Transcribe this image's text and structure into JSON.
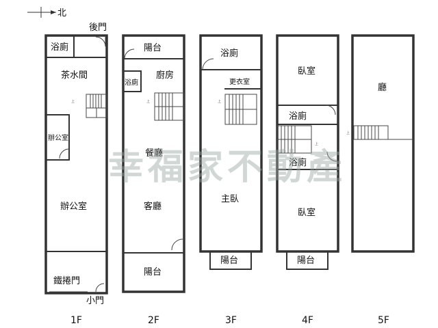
{
  "compass": {
    "label": "北"
  },
  "watermark": "幸福家不動產",
  "floors": {
    "f1": {
      "label": "1F",
      "rooms": {
        "bath": "浴廁",
        "back_door": "後門",
        "tea_room": "茶水間",
        "office_small": "辦公室",
        "office": "辦公室",
        "rolling_door": "鐵捲門",
        "small_door": "小門"
      }
    },
    "f2": {
      "label": "2F",
      "rooms": {
        "balcony_top": "陽台",
        "kitchen": "廚房",
        "bath": "浴廁",
        "dining": "餐廳",
        "living": "客廳",
        "balcony_bottom": "陽台"
      }
    },
    "f3": {
      "label": "3F",
      "rooms": {
        "bath": "浴廁",
        "closet": "更衣室",
        "master": "主臥",
        "balcony": "陽台"
      }
    },
    "f4": {
      "label": "4F",
      "rooms": {
        "bedroom_top": "臥室",
        "bath1": "浴廁",
        "bath2": "浴廁",
        "bedroom_bottom": "臥室",
        "balcony": "陽台"
      }
    },
    "f5": {
      "label": "5F",
      "rooms": {
        "hall": "廳"
      }
    }
  },
  "stair_marks": {
    "up": "上"
  },
  "colors": {
    "wall": "#333333",
    "watermark": "#9aa6a2"
  }
}
